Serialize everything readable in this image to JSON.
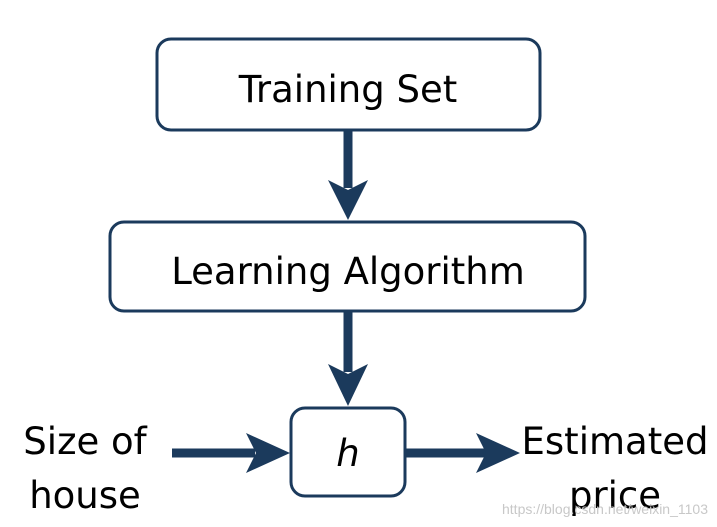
{
  "diagram": {
    "nodes": {
      "training_set": "Training Set",
      "learning_algorithm": "Learning Algorithm",
      "hypothesis": "h"
    },
    "input_label": {
      "line1": "Size of",
      "line2": "house"
    },
    "output_label": {
      "line1": "Estimated",
      "line2": "price"
    },
    "watermark": "https://blog.csdn.net/weixin_1103"
  },
  "colors": {
    "stroke": "#1b3a5c",
    "arrow": "#1b3a5c",
    "text": "#000000",
    "watermark": "#c8c8c8"
  }
}
